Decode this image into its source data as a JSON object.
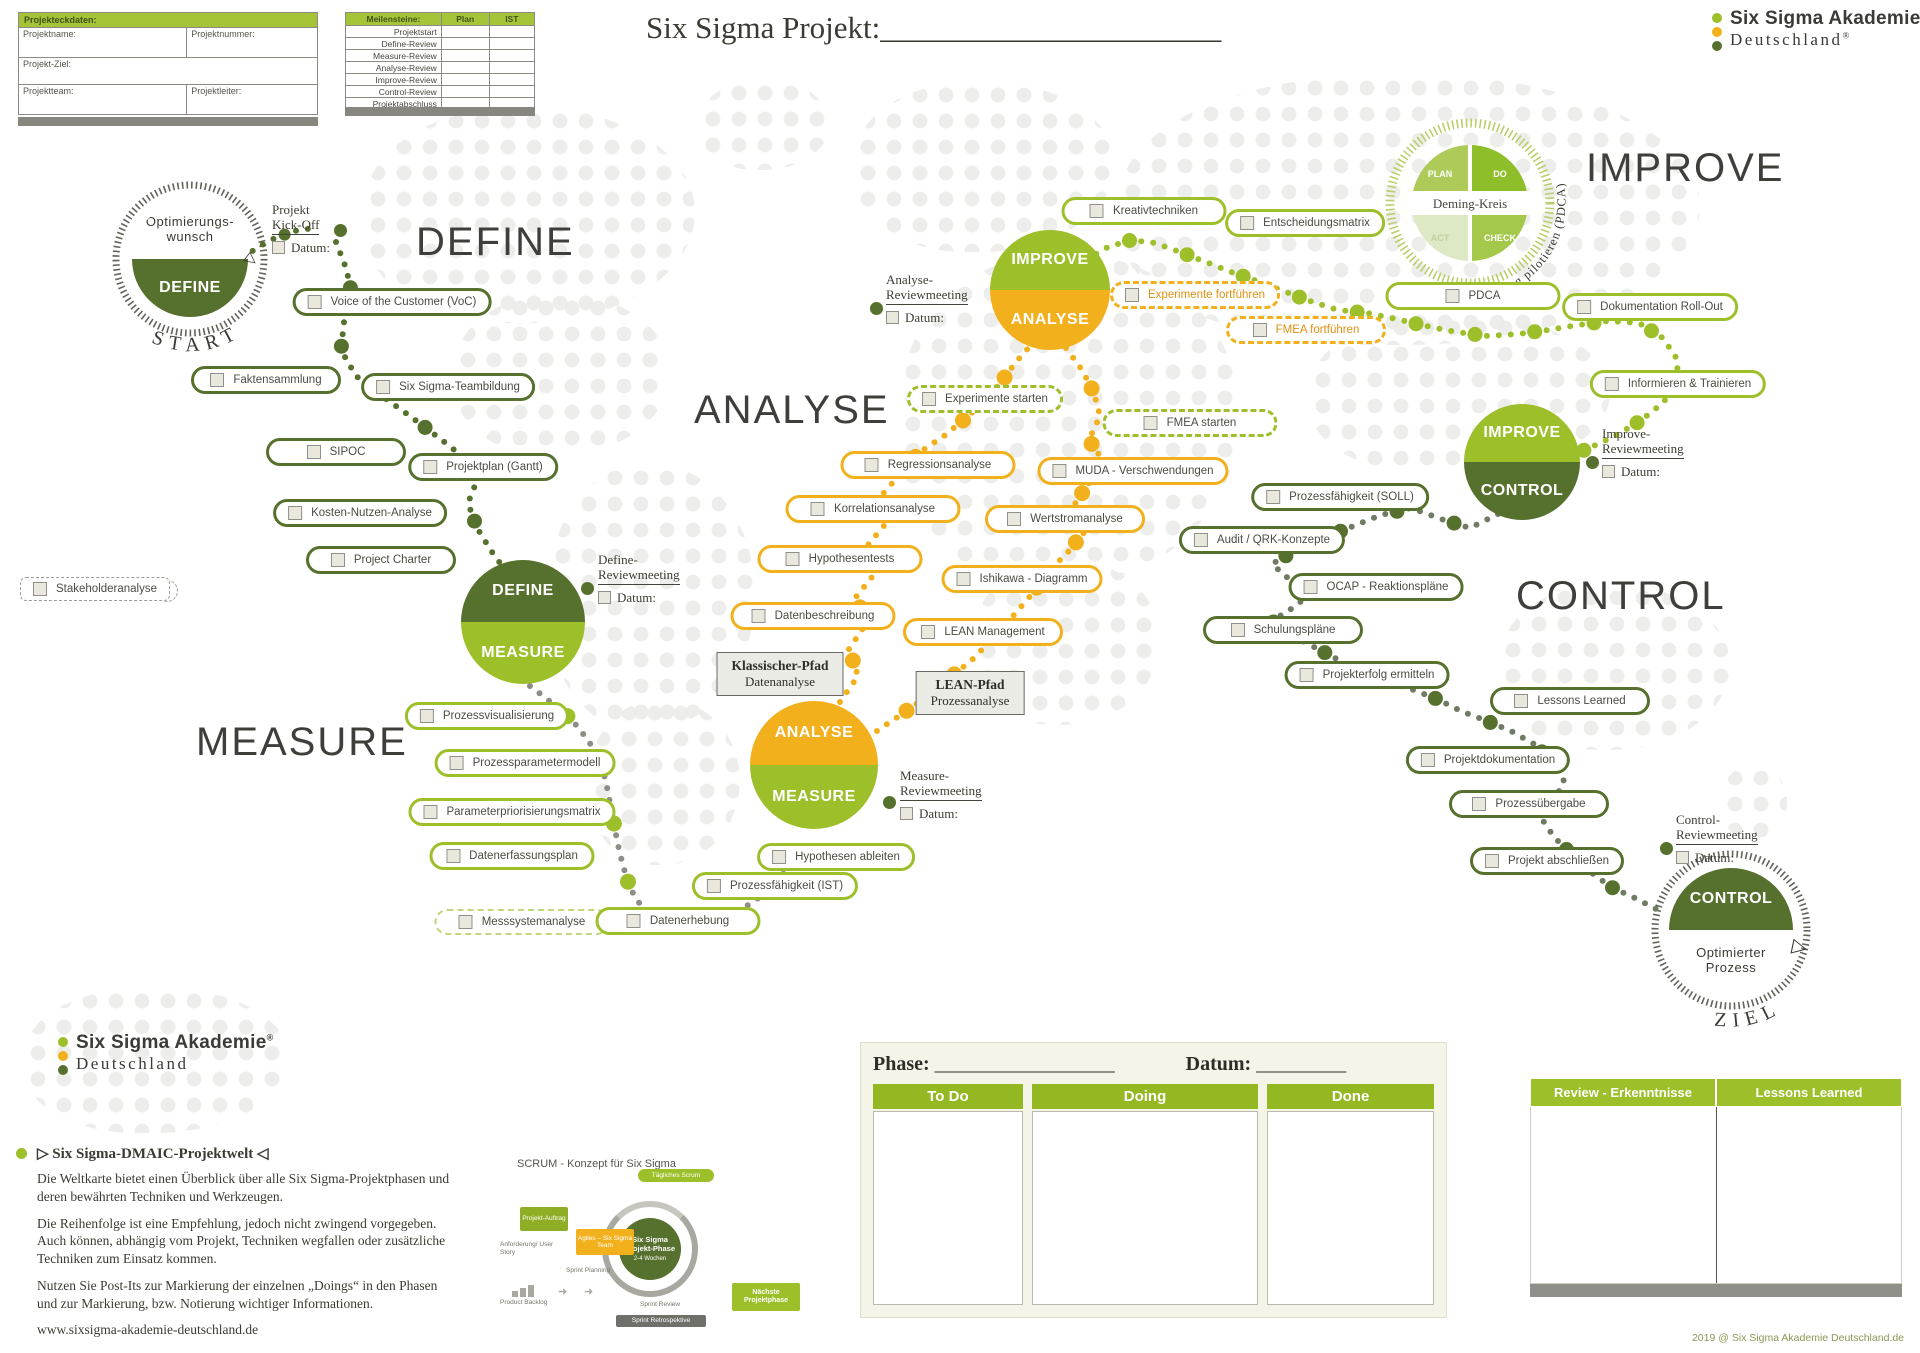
{
  "project_table": {
    "title": "Projekteckdaten:",
    "name": "Projektname:",
    "number": "Projektnummer:",
    "goal": "Projekt-Ziel:",
    "team": "Projektteam:",
    "leader": "Projektleiter:"
  },
  "milestones": {
    "title": "Meilensteine:",
    "plan": "Plan",
    "ist": "IST",
    "rows": [
      "Projektstart",
      "Define-Review",
      "Measure-Review",
      "Analyse-Review",
      "Improve-Review",
      "Control-Review",
      "Projektabschluss"
    ]
  },
  "title": {
    "label": "Six Sigma Projekt:",
    "blank": "______________________"
  },
  "logo": {
    "line1": "Six Sigma Akademie",
    "line2": "Deutschland",
    "reg": "®"
  },
  "watermarks": {
    "define": "DEFINE",
    "measure": "MEASURE",
    "analyse": "ANALYSE",
    "improve": "IMPROVE",
    "control": "CONTROL"
  },
  "circles": {
    "start": {
      "top1": "Optimierungs-",
      "top2": "wunsch",
      "bottom": "DEFINE",
      "arc": "START"
    },
    "dm": {
      "top": "DEFINE",
      "bottom": "MEASURE"
    },
    "am": {
      "top": "ANALYSE",
      "bottom": "MEASURE"
    },
    "ia": {
      "top": "IMPROVE",
      "bottom": "ANALYSE"
    },
    "ic": {
      "top": "IMPROVE",
      "bottom": "CONTROL"
    },
    "end": {
      "top": "CONTROL",
      "bottom1": "Optimierter",
      "bottom2": "Prozess",
      "arc": "ZIEL"
    }
  },
  "deming": {
    "title": "Deming-Kreis",
    "plan": "PLAN",
    "do_": "DO",
    "act": "ACT",
    "check": "CHECK",
    "curve": "◁ Verbesserung pilotieren (PDCA)"
  },
  "path_boxes": {
    "classic1": "Klassischer-Pfad",
    "classic2": "Datenanalyse",
    "lean1": "LEAN-Pfad",
    "lean2": "Prozessanalyse"
  },
  "tasks": [
    {
      "id": "voc",
      "label": "Voice of the Customer (VoC)",
      "phase": "define",
      "variant": "solid"
    },
    {
      "id": "fakten",
      "label": "Faktensammlung",
      "phase": "define",
      "variant": "solid"
    },
    {
      "id": "team",
      "label": "Six Sigma-Teambildung",
      "phase": "define",
      "variant": "solid"
    },
    {
      "id": "sipoc",
      "label": "SIPOC",
      "phase": "define",
      "variant": "solid"
    },
    {
      "id": "gantt",
      "label": "Projektplan (Gantt)",
      "phase": "define",
      "variant": "solid"
    },
    {
      "id": "kosten",
      "label": "Kosten-Nutzen-Analyse",
      "phase": "define",
      "variant": "solid"
    },
    {
      "id": "charter",
      "label": "Project Charter",
      "phase": "define",
      "variant": "solid"
    },
    {
      "id": "stakeholder",
      "label": "Stakeholderanalyse",
      "phase": "define",
      "variant": "dash-gray"
    },
    {
      "id": "prozessvis",
      "label": "Prozessvisualisierung",
      "phase": "measure",
      "variant": "solid"
    },
    {
      "id": "prozessparam",
      "label": "Prozessparametermodell",
      "phase": "measure",
      "variant": "solid"
    },
    {
      "id": "parammatrix",
      "label": "Parameterpriorisierungsmatrix",
      "phase": "measure",
      "variant": "solid"
    },
    {
      "id": "datenplan",
      "label": "Datenerfassungsplan",
      "phase": "measure",
      "variant": "solid"
    },
    {
      "id": "messsystem",
      "label": "Messsystemanalyse",
      "phase": "measure",
      "variant": "dash-light"
    },
    {
      "id": "datenerhebung",
      "label": "Datenerhebung",
      "phase": "measure",
      "variant": "solid"
    },
    {
      "id": "ist",
      "label": "Prozessfähigkeit (IST)",
      "phase": "measure",
      "variant": "solid"
    },
    {
      "id": "hypo",
      "label": "Hypothesen ableiten",
      "phase": "measure",
      "variant": "solid"
    },
    {
      "id": "regression",
      "label": "Regressionsanalyse",
      "phase": "analyse",
      "variant": "solid"
    },
    {
      "id": "korrelation",
      "label": "Korrelationsanalyse",
      "phase": "analyse",
      "variant": "solid"
    },
    {
      "id": "hypotests",
      "label": "Hypothesentests",
      "phase": "analyse",
      "variant": "solid"
    },
    {
      "id": "datenbeschr",
      "label": "Datenbeschreibung",
      "phase": "analyse",
      "variant": "solid"
    },
    {
      "id": "lean",
      "label": "LEAN Management",
      "phase": "analyse",
      "variant": "solid"
    },
    {
      "id": "ishikawa",
      "label": "Ishikawa - Diagramm",
      "phase": "analyse",
      "variant": "solid"
    },
    {
      "id": "wertstrom",
      "label": "Wertstromanalyse",
      "phase": "analyse",
      "variant": "solid"
    },
    {
      "id": "muda",
      "label": "MUDA - Verschwendungen",
      "phase": "analyse",
      "variant": "solid"
    },
    {
      "id": "expstart",
      "label": "Experimente starten",
      "phase": "analyse",
      "variant": "dash-green"
    },
    {
      "id": "fmeastart",
      "label": "FMEA starten",
      "phase": "analyse",
      "variant": "dash-green"
    },
    {
      "id": "kreativ",
      "label": "Kreativtechniken",
      "phase": "improve",
      "variant": "solid"
    },
    {
      "id": "entscheid",
      "label": "Entscheidungsmatrix",
      "phase": "improve",
      "variant": "solid"
    },
    {
      "id": "expfort",
      "label": "Experimente fortführen",
      "phase": "improve",
      "variant": "dash-orange"
    },
    {
      "id": "fmeafort",
      "label": "FMEA fortführen",
      "phase": "improve",
      "variant": "dash-orange"
    },
    {
      "id": "pdca",
      "label": "PDCA",
      "phase": "improve",
      "variant": "solid"
    },
    {
      "id": "rollout",
      "label": "Dokumentation Roll-Out",
      "phase": "improve",
      "variant": "solid"
    },
    {
      "id": "informieren",
      "label": "Informieren & Trainieren",
      "phase": "improve",
      "variant": "solid"
    },
    {
      "id": "soll",
      "label": "Prozessfähigkeit (SOLL)",
      "phase": "control",
      "variant": "solid"
    },
    {
      "id": "audit",
      "label": "Audit / QRK-Konzepte",
      "phase": "control",
      "variant": "solid"
    },
    {
      "id": "ocap",
      "label": "OCAP - Reaktionspläne",
      "phase": "control",
      "variant": "solid"
    },
    {
      "id": "schulung",
      "label": "Schulungspläne",
      "phase": "control",
      "variant": "solid"
    },
    {
      "id": "erfolg",
      "label": "Projekterfolg ermitteln",
      "phase": "control",
      "variant": "solid"
    },
    {
      "id": "lessons",
      "label": "Lessons Learned",
      "phase": "control",
      "variant": "solid"
    },
    {
      "id": "doku",
      "label": "Projektdokumentation",
      "phase": "control",
      "variant": "solid"
    },
    {
      "id": "uebergabe",
      "label": "Prozessübergabe",
      "phase": "control",
      "variant": "solid"
    },
    {
      "id": "abschluss",
      "label": "Projekt abschließen",
      "phase": "control",
      "variant": "solid"
    }
  ],
  "reviews": [
    {
      "id": "kickoff",
      "line1": "Projekt",
      "line2": "Kick-Off",
      "datum": "Datum:"
    },
    {
      "id": "define",
      "line1": "Define-",
      "line2": "Reviewmeeting",
      "datum": "Datum:"
    },
    {
      "id": "measure",
      "line1": "Measure-",
      "line2": "Reviewmeeting",
      "datum": "Datum:"
    },
    {
      "id": "analyse",
      "line1": "Analyse-",
      "line2": "Reviewmeeting",
      "datum": "Datum:"
    },
    {
      "id": "improve",
      "line1": "Improve-",
      "line2": "Reviewmeeting",
      "datum": "Datum:"
    },
    {
      "id": "control",
      "line1": "Control-",
      "line2": "Reviewmeeting",
      "datum": "Datum:"
    }
  ],
  "bottom_left": {
    "heading": "▷ Six Sigma-DMAIC-Projektwelt ◁",
    "p1": "Die Weltkarte bietet einen Überblick über alle Six Sigma-Projektphasen und deren bewährten Techniken und Werkzeugen.",
    "p2": "Die Reihenfolge ist eine Empfehlung, jedoch nicht zwingend vorgegeben. Auch können, abhängig vom Projekt, Techniken wegfallen oder zusätzliche Techniken zum Einsatz kommen.",
    "p3": "Nutzen Sie Post-Its zur Markierung der einzelnen „Doings“ in den Phasen und zur Markierung, bzw. Notierung wichtiger Informationen.",
    "link": "www.sixsigma-akademie-deutschland.de"
  },
  "scrum": {
    "heading": "SCRUM - Konzept für Six Sigma",
    "daily": "Tägliches Scrum",
    "auftrag": "Projekt-Auftrag",
    "team": "Agiles – Six Sigma Team",
    "anforderung": "Anforderung/ User Story",
    "planning": "Sprint Planning",
    "backlog": "Product Backlog",
    "phase": "Six Sigma Projekt-Phase",
    "dauer": "2-4 Wochen",
    "review": "Sprint Review",
    "retro": "Sprint Retrospektive",
    "next": "Nächste Projektphase"
  },
  "kanban": {
    "phase_label": "Phase:",
    "phase_blank": "__________________",
    "datum_label": "Datum:",
    "datum_blank": "_________",
    "columns": [
      "To Do",
      "Doing",
      "Done"
    ]
  },
  "review_table": {
    "col1": "Review - Erkenntnisse",
    "col2": "Lessons Learned"
  },
  "copyright": "2019 @ Six Sigma Akademie Deutschland.de",
  "colors": {
    "dark_green": "#56702d",
    "light_green": "#9cbf2a",
    "orange": "#f2b01c"
  }
}
